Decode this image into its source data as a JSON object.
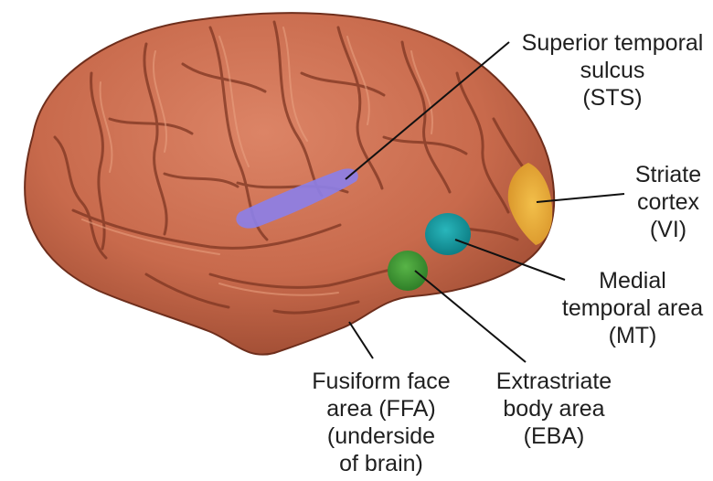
{
  "colors": {
    "background": "#ffffff",
    "brain_fill": "#c86a4c",
    "brain_dark": "#7e3622",
    "brain_highlight": "#e69a7c",
    "sts_region": "#8c7fe6",
    "v1_region": "#e8a830",
    "mt_region": "#159aa0",
    "eba_region": "#3f9a35",
    "leader_line": "#111111",
    "label_text": "#1f1f1f"
  },
  "labels": {
    "sts": [
      "Superior temporal",
      "sulcus",
      "(STS)"
    ],
    "v1": [
      "Striate",
      "cortex",
      "(VI)"
    ],
    "mt": [
      "Medial",
      "temporal area",
      "(MT)"
    ],
    "eba": [
      "Extrastriate",
      "body area",
      "(EBA)"
    ],
    "ffa": [
      "Fusiform face",
      "area (FFA)",
      "(underside",
      "of brain)"
    ]
  }
}
